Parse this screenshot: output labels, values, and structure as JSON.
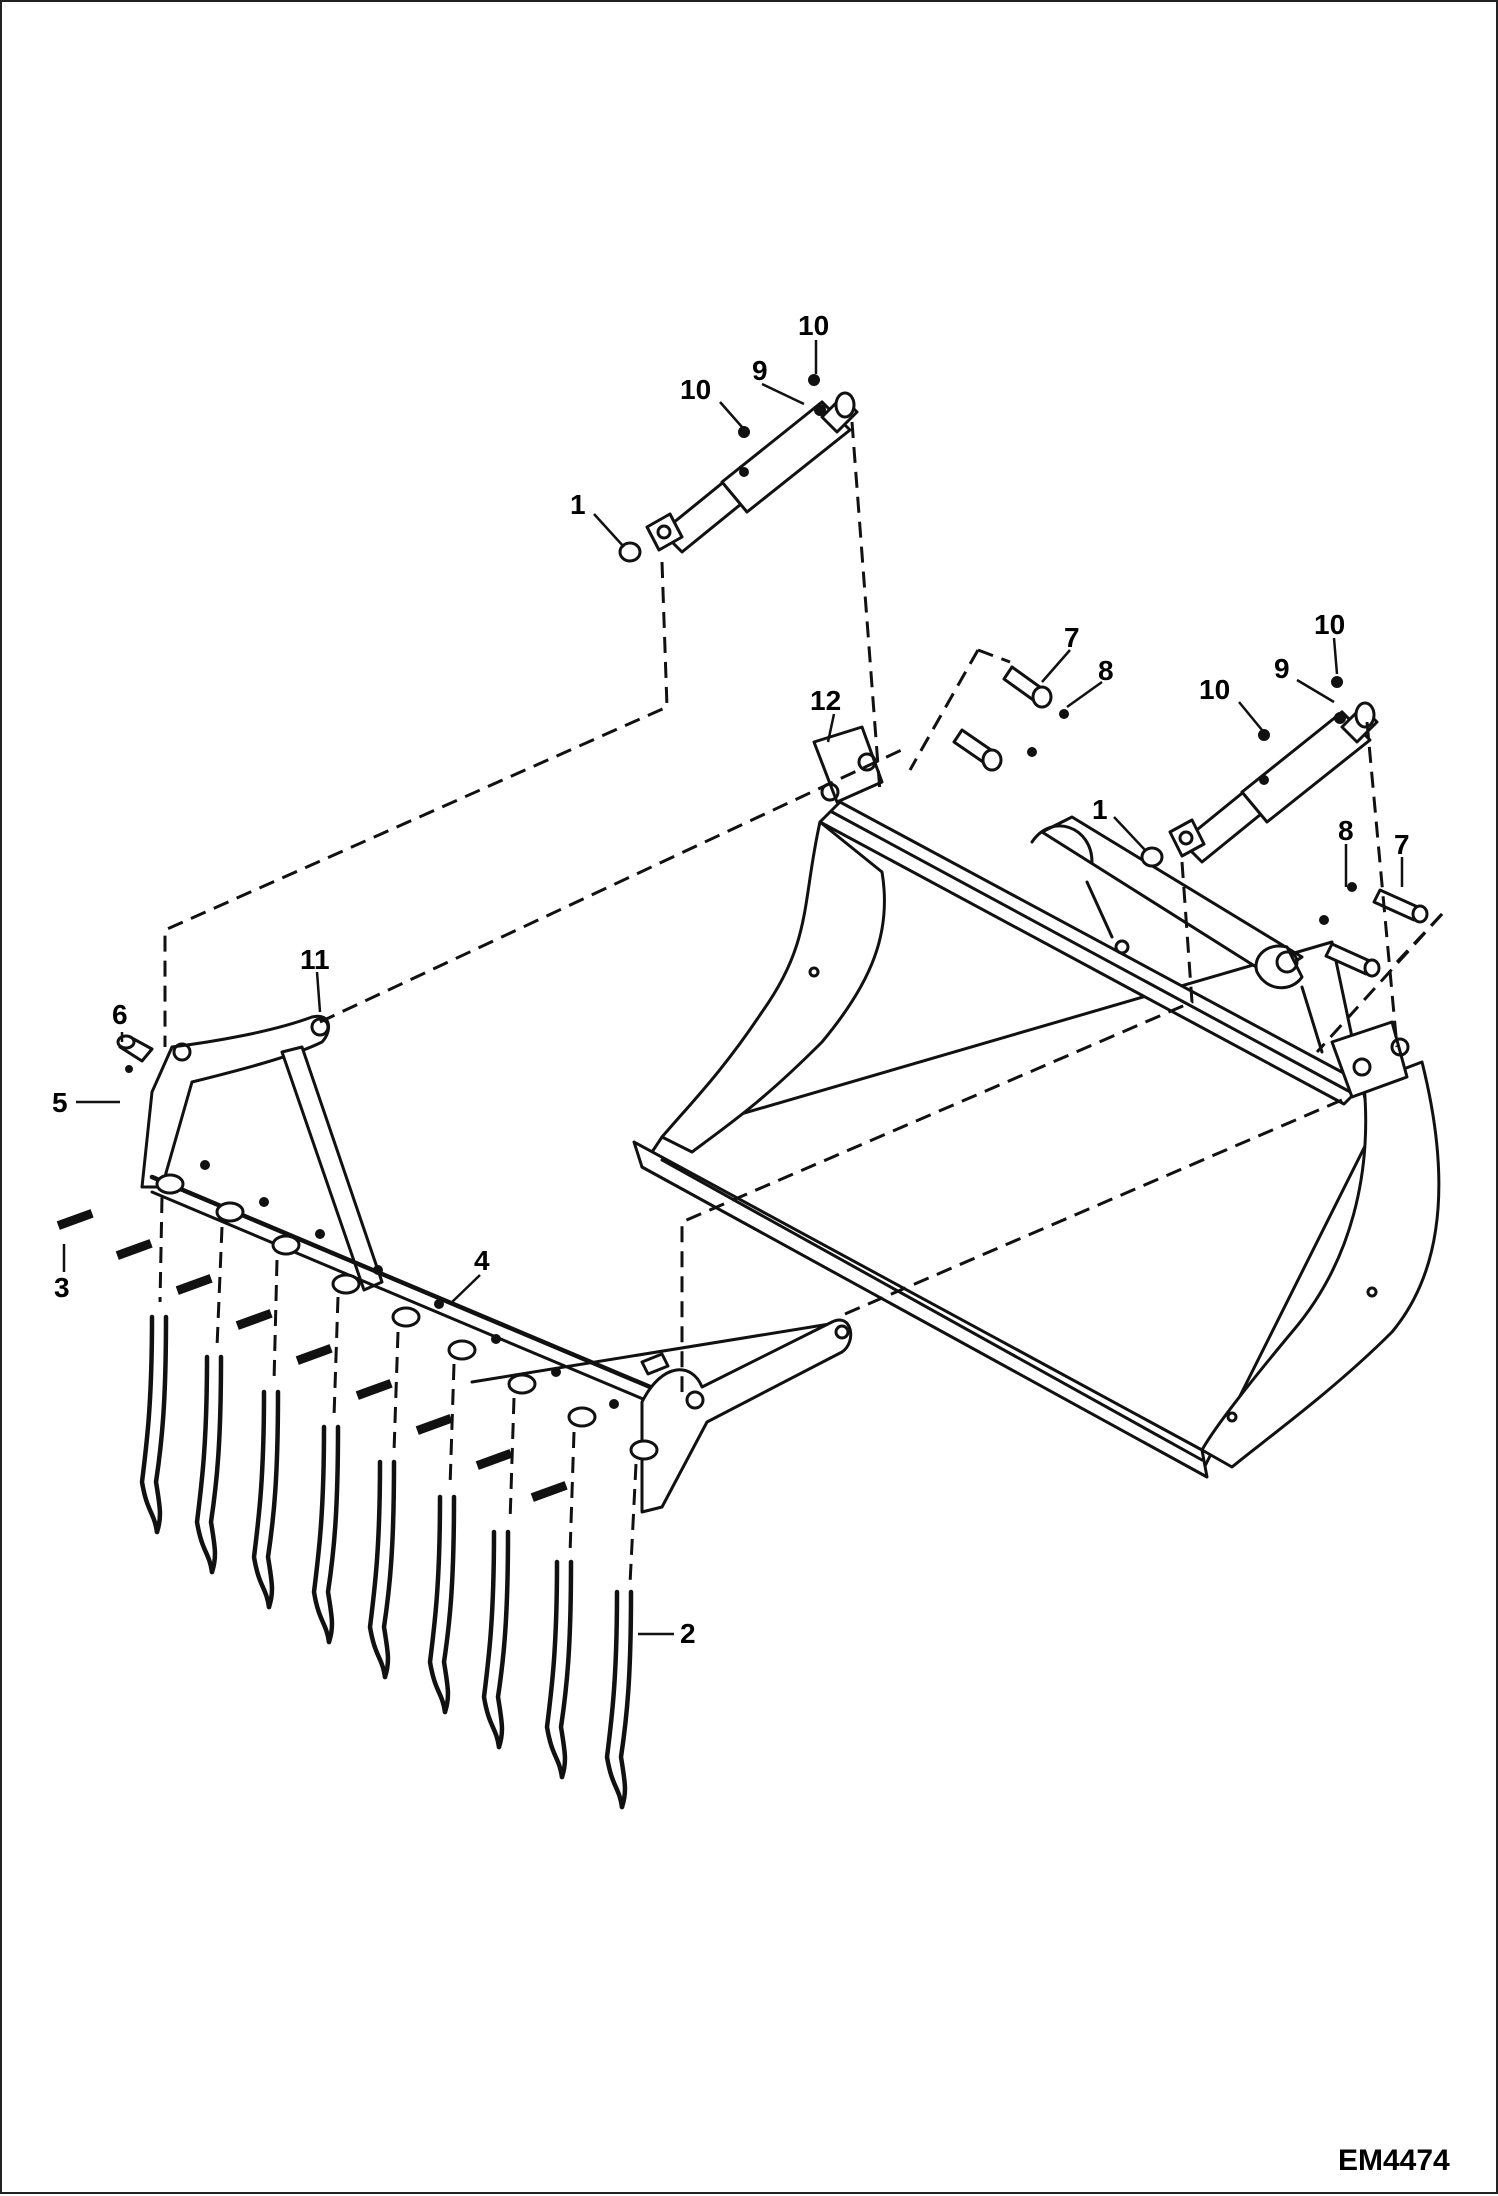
{
  "figure": {
    "code": "EM4474"
  },
  "callouts": {
    "c1a": "1",
    "c1b": "1",
    "c2": "2",
    "c3": "3",
    "c4": "4",
    "c5": "5",
    "c6": "6",
    "c7a": "7",
    "c7b": "7",
    "c8a": "8",
    "c8b": "8",
    "c9a": "9",
    "c9b": "9",
    "c10a": "10",
    "c10b": "10",
    "c10c": "10",
    "c10d": "10",
    "c11": "11",
    "c12": "12"
  }
}
